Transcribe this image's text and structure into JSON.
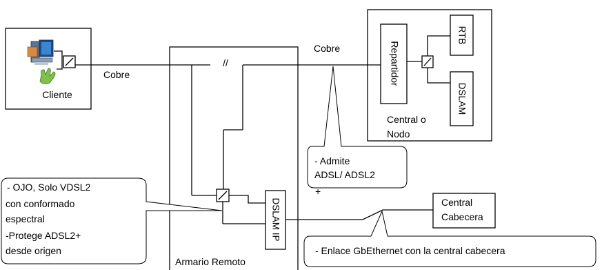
{
  "labels": {
    "cliente": "Cliente",
    "cobre_left": "Cobre",
    "cobre_right": "Cobre",
    "line_break": "//",
    "repartidor": "Repartidor",
    "rtb": "RTB",
    "dslam_central": "DSLAM",
    "central_nodo_line1": "Central o",
    "central_nodo_line2": "Nodo",
    "dslam_ip": "DSLAM IP",
    "armario_remoto": "Armario Remoto",
    "central_cabecera_line1": "Central",
    "central_cabecera_line2": "Cabecera"
  },
  "callouts": {
    "adsl": {
      "line1": "- Admite",
      "line2": "ADSL/ ADSL2",
      "line3": "+"
    },
    "vdsl": {
      "line1": "- OJO, Solo VDSL2",
      "line2": "con conformado",
      "line3": "espectral",
      "line4": "-Protege ADSL2+",
      "line5": "desde origen"
    },
    "gbethernet": {
      "line1": "- Enlace GbEthernet con la central cabecera"
    }
  },
  "colors": {
    "line": "#000000",
    "background": "#ffffff"
  },
  "icons": {
    "client_computer": "computer-icon",
    "splitter": "splitter-icon"
  }
}
